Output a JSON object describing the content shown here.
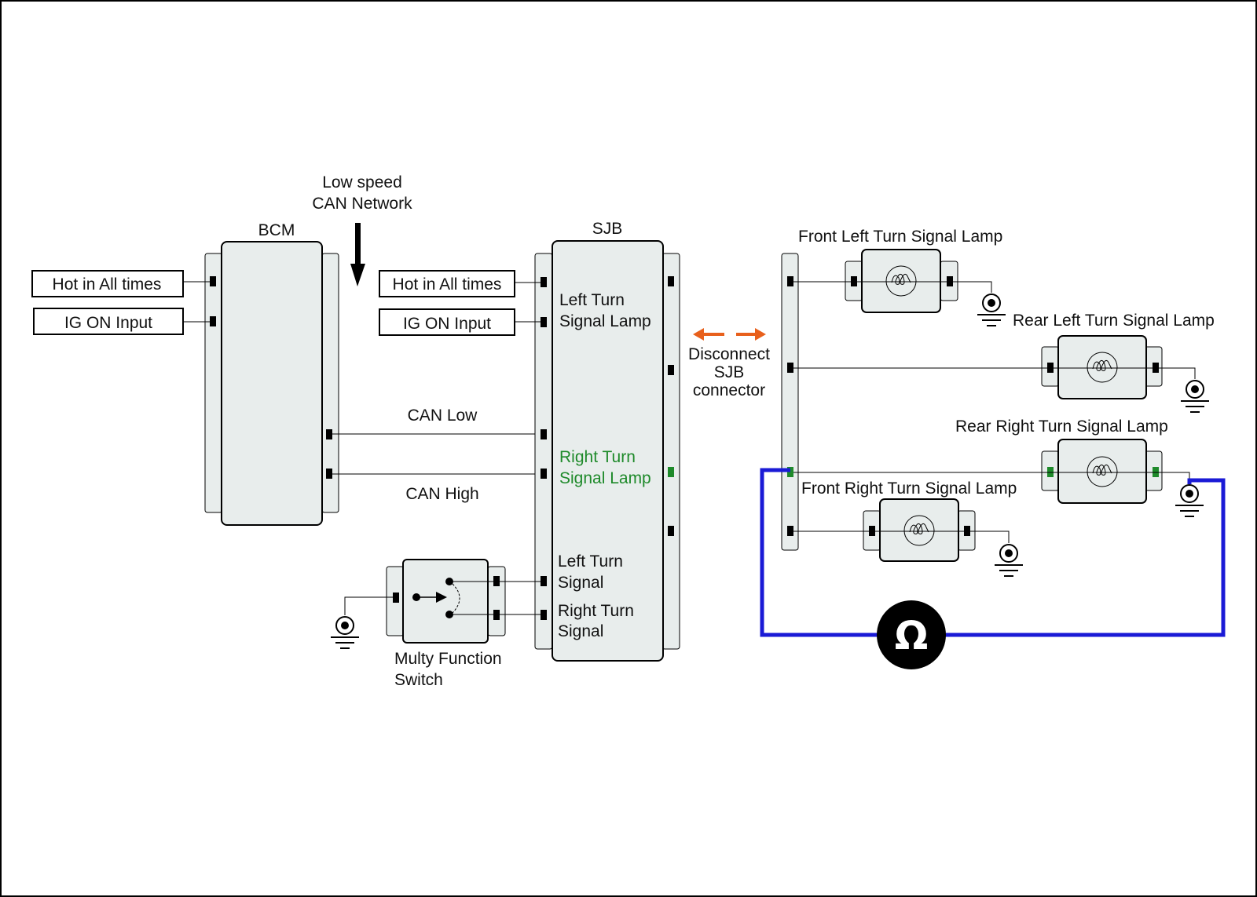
{
  "colors": {
    "module_fill": "#e8edec",
    "connector_fill": "#e8edec",
    "line": "#000000",
    "highlight_green": "#1e8a2a",
    "arrow_orange": "#e8601c",
    "meter_lead_blue": "#1a1ad6",
    "meter_body": "#000000"
  },
  "labels": {
    "network": [
      "Low speed",
      "CAN Network"
    ],
    "bcm": "BCM",
    "sjb": "SJB",
    "bcm_hot": "Hot in All times",
    "bcm_ig": "IG ON Input",
    "sjb_hot": "Hot in All times",
    "sjb_ig": "IG ON Input",
    "can_low": "CAN Low",
    "can_high": "CAN High",
    "sjb_left_lamp": [
      "Left Turn",
      "Signal Lamp"
    ],
    "sjb_right_lamp": [
      "Right Turn",
      "Signal Lamp"
    ],
    "sjb_left_signal": [
      "Left Turn",
      "Signal"
    ],
    "sjb_right_signal": [
      "Right Turn",
      "Signal"
    ],
    "mfs": [
      "Multy Function",
      "Switch"
    ],
    "disconnect": [
      "Disconnect",
      "SJB",
      "connector"
    ],
    "front_left": "Front Left Turn Signal Lamp",
    "rear_left": "Rear Left Turn Signal Lamp",
    "rear_right": "Rear Right Turn Signal Lamp",
    "front_right": "Front Right Turn Signal Lamp",
    "ohm": "Ω"
  },
  "icons": [
    "ground-icon",
    "bulb-icon",
    "ohmmeter-icon",
    "switch-icon",
    "down-arrow-icon",
    "double-arrow-icon"
  ]
}
